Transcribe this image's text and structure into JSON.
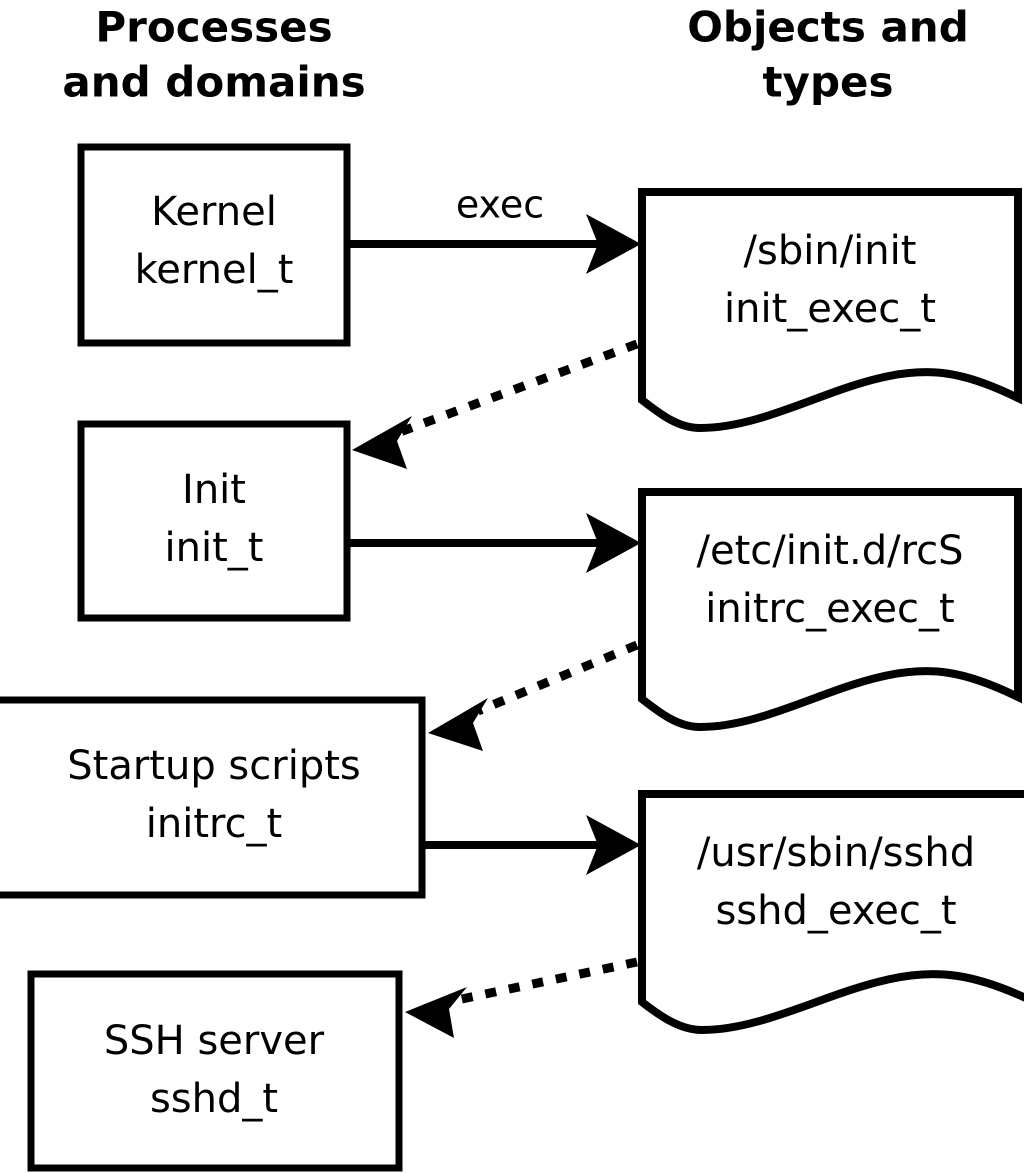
{
  "diagram": {
    "title_left": "Processes\nand domains",
    "columns": [
      {
        "id": "left",
        "header_line1": "Processes",
        "header_line2": "and domains"
      },
      {
        "id": "right",
        "header_line1": "Objects and",
        "header_line2": "types"
      }
    ],
    "process_nodes": [
      {
        "id": "kernel",
        "line1": "Kernel",
        "line2": "kernel_t"
      },
      {
        "id": "init",
        "line1": "Init",
        "line2": "init_t"
      },
      {
        "id": "initrc",
        "line1": "Startup scripts",
        "line2": "initrc_t"
      },
      {
        "id": "sshd",
        "line1": "SSH server",
        "line2": "sshd_t"
      }
    ],
    "object_nodes": [
      {
        "id": "init_exec",
        "line1": "/sbin/init",
        "line2": "init_exec_t"
      },
      {
        "id": "initrc_exec",
        "line1": "/etc/init.d/rcS",
        "line2": "initrc_exec_t"
      },
      {
        "id": "sshd_exec",
        "line1": "/usr/sbin/sshd",
        "line2": "sshd_exec_t"
      }
    ],
    "edges": [
      {
        "id": "kernel-exec-init_exec",
        "from": "kernel",
        "to": "init_exec",
        "style": "solid",
        "label": "exec"
      },
      {
        "id": "init_exec-transition-init",
        "from": "init_exec",
        "to": "init",
        "style": "dotted",
        "label": ""
      },
      {
        "id": "init-exec-initrc_exec",
        "from": "init",
        "to": "initrc_exec",
        "style": "solid",
        "label": ""
      },
      {
        "id": "initrc_exec-transition-initrc",
        "from": "initrc_exec",
        "to": "initrc",
        "style": "dotted",
        "label": ""
      },
      {
        "id": "initrc-exec-sshd_exec",
        "from": "initrc",
        "to": "sshd_exec",
        "style": "solid",
        "label": ""
      },
      {
        "id": "sshd_exec-transition-sshd",
        "from": "sshd_exec",
        "to": "sshd",
        "style": "dotted",
        "label": ""
      }
    ],
    "colors": {
      "background": "#ffffff",
      "stroke": "#000000",
      "text": "#000000"
    }
  }
}
